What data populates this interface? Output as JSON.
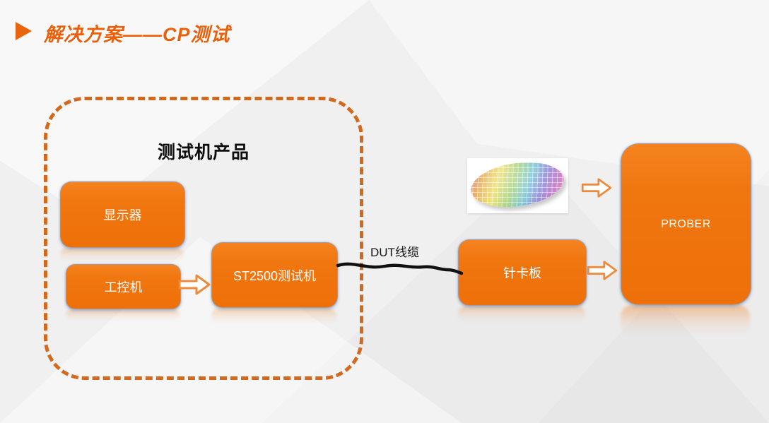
{
  "slide": {
    "title": "解决方案——CP测试"
  },
  "group": {
    "label": "测试机产品"
  },
  "nodes": {
    "display": {
      "label": "显示器"
    },
    "ipc": {
      "label": "工控机"
    },
    "tester": {
      "label": "ST2500测试机"
    },
    "probe_card": {
      "label": "针卡板"
    },
    "prober": {
      "label": "PROBER"
    }
  },
  "cable": {
    "label": "DUT线缆"
  },
  "icons": {
    "title_marker": "right-triangle-bullet",
    "flow_arrow": "block-arrow-right",
    "wafer": "silicon-wafer-image"
  },
  "colors": {
    "background": "#F0F0F1",
    "box_orange": "#F0760F",
    "dashed_frame_orange": "#D2691E",
    "title_orange": "#EB5F0A",
    "arrow_outline_orange": "#ED8A3C",
    "cable_black": "#111111",
    "box_text_white": "#FFFFFF",
    "group_label_black": "#0D0D0D"
  }
}
